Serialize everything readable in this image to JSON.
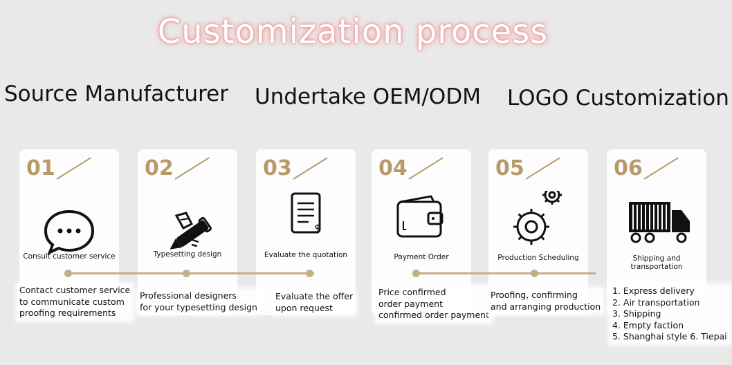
{
  "title": "Customization process",
  "headings": [
    "Source Manufacturer",
    "Undertake OEM/ODM",
    "LOGO Customization"
  ],
  "steps": [
    {
      "num": "01",
      "label": "Consult customer service",
      "icon": "chat-icon",
      "desc": [
        "Contact customer service",
        "to communicate custom",
        "proofing requirements"
      ]
    },
    {
      "num": "02",
      "label": "Typesetting design",
      "icon": "pen-icon",
      "desc": [
        "Professional designers",
        "for your typesetting design"
      ]
    },
    {
      "num": "03",
      "label": "Evaluate the quotation",
      "icon": "document-dollar-icon",
      "desc": [
        "Evaluate the offer",
        "upon request"
      ]
    },
    {
      "num": "04",
      "label": "Payment Order",
      "icon": "wallet-icon",
      "desc": [
        "Price confirmed",
        "order payment",
        "confirmed order payment"
      ]
    },
    {
      "num": "05",
      "label": "Production Scheduling",
      "icon": "gears-icon",
      "desc": [
        "Proofing, confirming",
        "and arranging production"
      ]
    },
    {
      "num": "06",
      "label": "Shipping and transportation",
      "icon": "truck-icon",
      "desc": [
        "1. Express delivery",
        "2. Air transportation",
        "3. Shipping",
        "4. Empty faction",
        "5. Shanghai style 6. Tiepai"
      ]
    }
  ],
  "colors": {
    "accent": "#b89a6a",
    "glow": "#f08a8a"
  }
}
